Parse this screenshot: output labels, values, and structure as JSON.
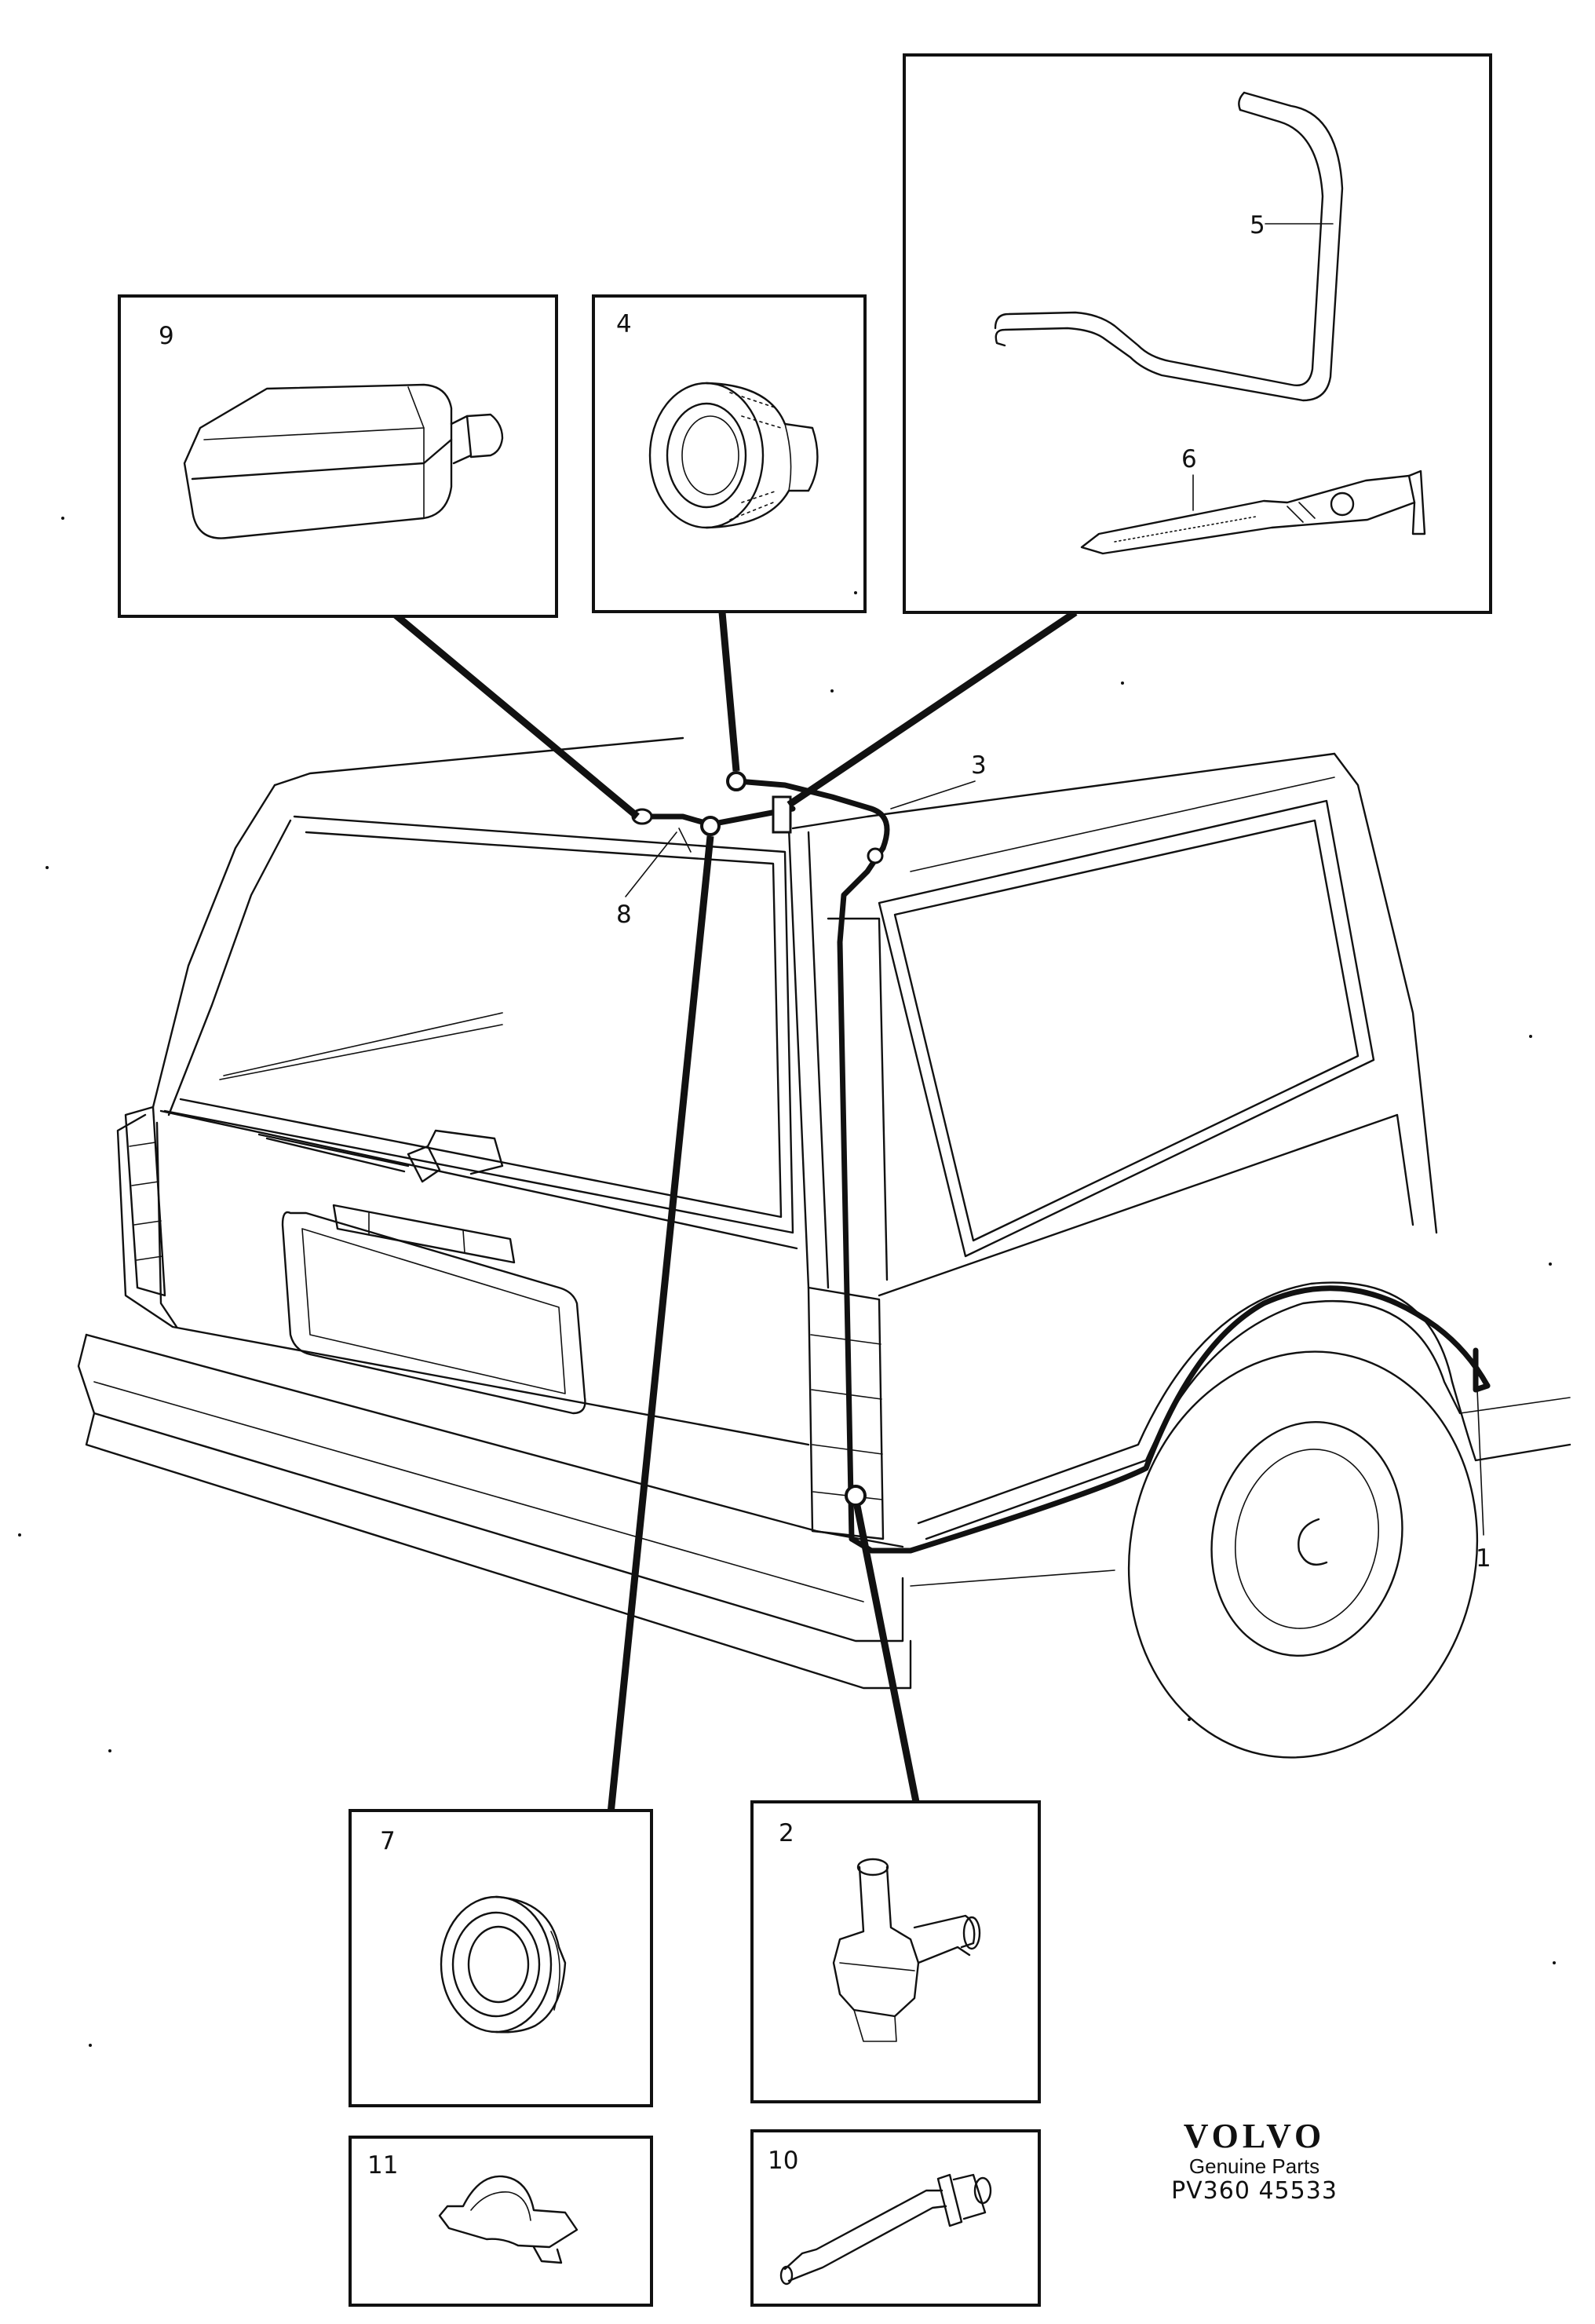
{
  "callouts": {
    "p1": "1",
    "p2": "2",
    "p3": "3",
    "p4": "4",
    "p5": "5",
    "p6": "6",
    "p7": "7",
    "p8": "8",
    "p9": "9",
    "p10": "10",
    "p11": "11"
  },
  "brand": {
    "logo": "VOLVO",
    "tagline": "Genuine Parts",
    "code": "PV360 45533"
  }
}
